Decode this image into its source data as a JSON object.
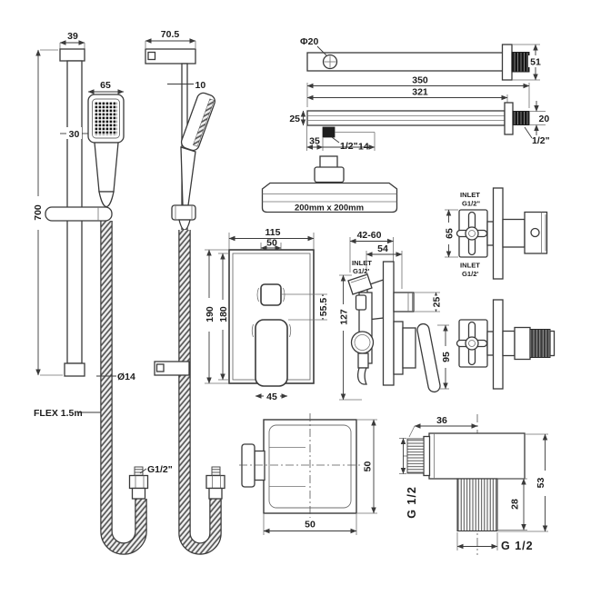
{
  "drawing": {
    "rail_front": {
      "cap_width": "39",
      "handset_width": "65",
      "tube_dia": "30",
      "rail_height": "700",
      "hose_dia": "Ø14",
      "hose_flex": "FLEX 1.5m",
      "hose_thread": "G1/2\""
    },
    "rail_side": {
      "bracket_width": "70.5",
      "rod_dia": "10"
    },
    "arm_top_view": {
      "hole_dia": "Φ20",
      "flange_size": "51"
    },
    "arm_side_view": {
      "overall_length": "350",
      "arm_length": "321",
      "arm_height": "25",
      "thread_size": "20",
      "outlet_offset": "35",
      "outlet_thread": "1/2\"",
      "outlet_width": "14",
      "wall_thread": "1/2\""
    },
    "head_unit": {
      "face_size": "200mm x 200mm"
    },
    "mixer_front": {
      "plate_width": "115",
      "knob_width": "50",
      "plate_height": "190",
      "inner_height": "180",
      "knob_offset": "55.5",
      "lever_width": "45"
    },
    "mixer_side": {
      "depth_range": "42-60",
      "outlet_depth": "54",
      "inlet_label_1": "INLET",
      "inlet_label_2": "G1/2'",
      "body_height": "127",
      "outlet_dia": "25",
      "lever_height": "95"
    },
    "stop_valve_upper": {
      "inlet_top_1": "INLET",
      "inlet_top_2": "G1/2\"",
      "plate_height": "65",
      "inlet_bottom_1": "INLET",
      "inlet_bottom_2": "G1/2'"
    },
    "square_body": {
      "width": "50",
      "height": "50"
    },
    "outlet_elbow": {
      "body_length": "36",
      "side_thread": "G 1/2",
      "pipe_length": "28",
      "overall_height": "53",
      "bottom_thread": "G 1/2"
    }
  }
}
